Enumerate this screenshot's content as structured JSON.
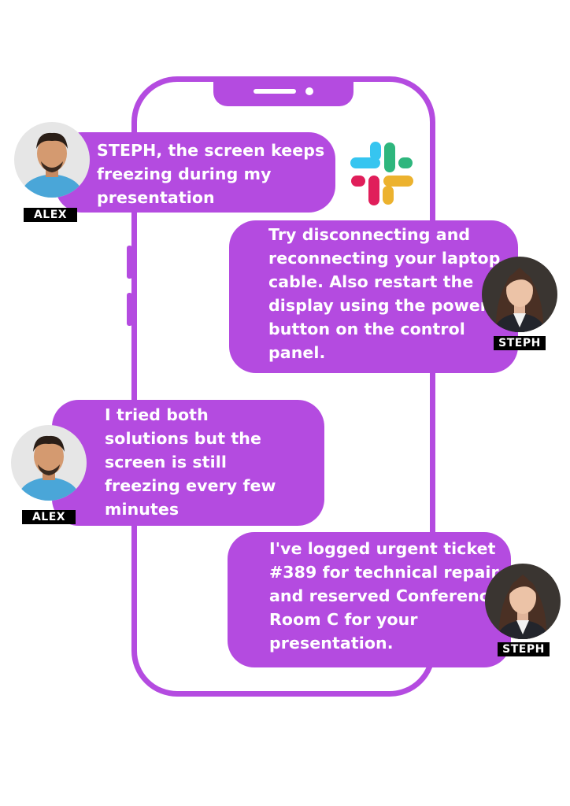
{
  "colors": {
    "accent": "#b44be0",
    "bubble_text": "#ffffff",
    "tag_bg": "#000000",
    "slack_blue": "#36c5f0",
    "slack_green": "#2eb67d",
    "slack_yellow": "#ecb22e",
    "slack_red": "#e01e5a"
  },
  "app_icon": "slack-logo-icon",
  "messages": [
    {
      "sender": "ALEX",
      "text": "STEPH, the screen keeps\nfreezing during my\npresentation"
    },
    {
      "sender": "STEPH",
      "text": "Try disconnecting and\nreconnecting your laptop\ncable. Also restart the\ndisplay using the power\nbutton on the control\npanel."
    },
    {
      "sender": "ALEX",
      "text": "I tried both\nsolutions but the\nscreen is still\nfreezing every few\nminutes"
    },
    {
      "sender": "STEPH",
      "text": "I've logged urgent ticket\n#389 for technical repair\nand reserved Conference\nRoom C for your\npresentation."
    }
  ]
}
